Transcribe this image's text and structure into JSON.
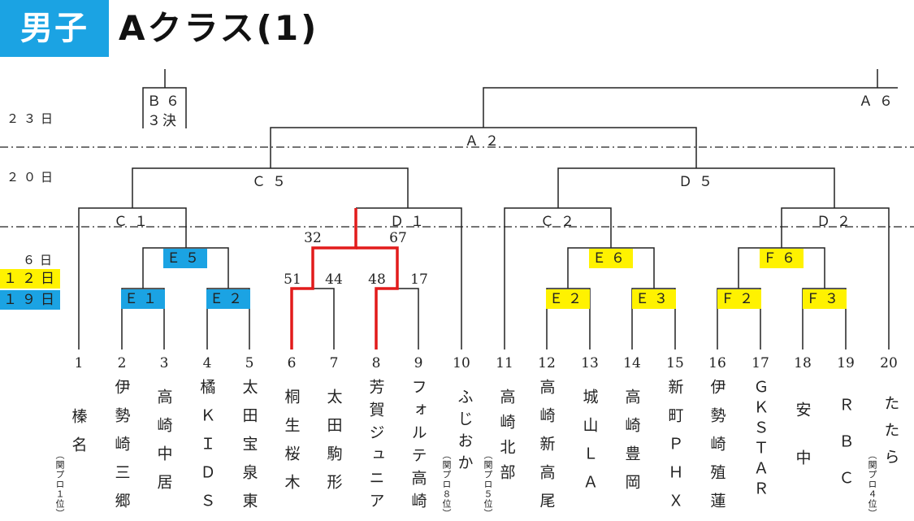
{
  "header": {
    "badge": "男子",
    "title": "Aクラス(1)"
  },
  "days": {
    "d23": "２３日",
    "d20": "２０日",
    "d6": "６日",
    "d12": "１２日",
    "d19": "１９日"
  },
  "badges": {
    "e5": "Ｅ５",
    "e1": "Ｅ１",
    "e2a": "Ｅ２",
    "e6": "Ｅ６",
    "e2b": "Ｅ２",
    "e3": "Ｅ３",
    "f6": "Ｆ６",
    "f2": "Ｆ２",
    "f3": "Ｆ３"
  },
  "matches": {
    "b6": "Ｂ６",
    "b6sub": "３決",
    "a6": "Ａ６",
    "a2": "Ａ２",
    "c5": "Ｃ５",
    "d5": "Ｄ５",
    "c1": "Ｃ１",
    "d1": "Ｄ１",
    "c2": "Ｃ２",
    "d2": "Ｄ２"
  },
  "scores": {
    "s32": "32",
    "s67": "67",
    "s51": "51",
    "s44": "44",
    "s48": "48",
    "s17": "17"
  },
  "teams": [
    {
      "num": "1",
      "name": "榛名",
      "note": "（関プロ１位）"
    },
    {
      "num": "2",
      "name": "伊勢崎三郷",
      "note": ""
    },
    {
      "num": "3",
      "name": "高崎中居",
      "note": ""
    },
    {
      "num": "4",
      "name": "橘ＫＩＤＳ",
      "note": ""
    },
    {
      "num": "5",
      "name": "太田宝泉東",
      "note": ""
    },
    {
      "num": "6",
      "name": "桐生桜木",
      "note": ""
    },
    {
      "num": "7",
      "name": "太田駒形",
      "note": ""
    },
    {
      "num": "8",
      "name": "芳賀ジュニア",
      "note": ""
    },
    {
      "num": "9",
      "name": "フォルテ高崎",
      "note": ""
    },
    {
      "num": "10",
      "name": "ふじおか",
      "note": "（関プロ８位）"
    },
    {
      "num": "11",
      "name": "高崎北部",
      "note": "（関プロ５位）"
    },
    {
      "num": "12",
      "name": "高崎新高尾",
      "note": ""
    },
    {
      "num": "13",
      "name": "城山ＬＡ",
      "note": ""
    },
    {
      "num": "14",
      "name": "高崎豊岡",
      "note": ""
    },
    {
      "num": "15",
      "name": "新町ＰＨＸ",
      "note": ""
    },
    {
      "num": "16",
      "name": "伊勢崎殖蓮",
      "note": ""
    },
    {
      "num": "17",
      "name": "ＧＫＳＴＡＲ",
      "note": ""
    },
    {
      "num": "18",
      "name": "安中",
      "note": ""
    },
    {
      "num": "19",
      "name": "ＲＢＣ",
      "note": ""
    },
    {
      "num": "20",
      "name": "たたら",
      "note": "（関プロ４位）"
    }
  ],
  "colors": {
    "blue": "#1ba3e3",
    "yellow": "#fff200",
    "winner_path": "#e21b1b"
  }
}
